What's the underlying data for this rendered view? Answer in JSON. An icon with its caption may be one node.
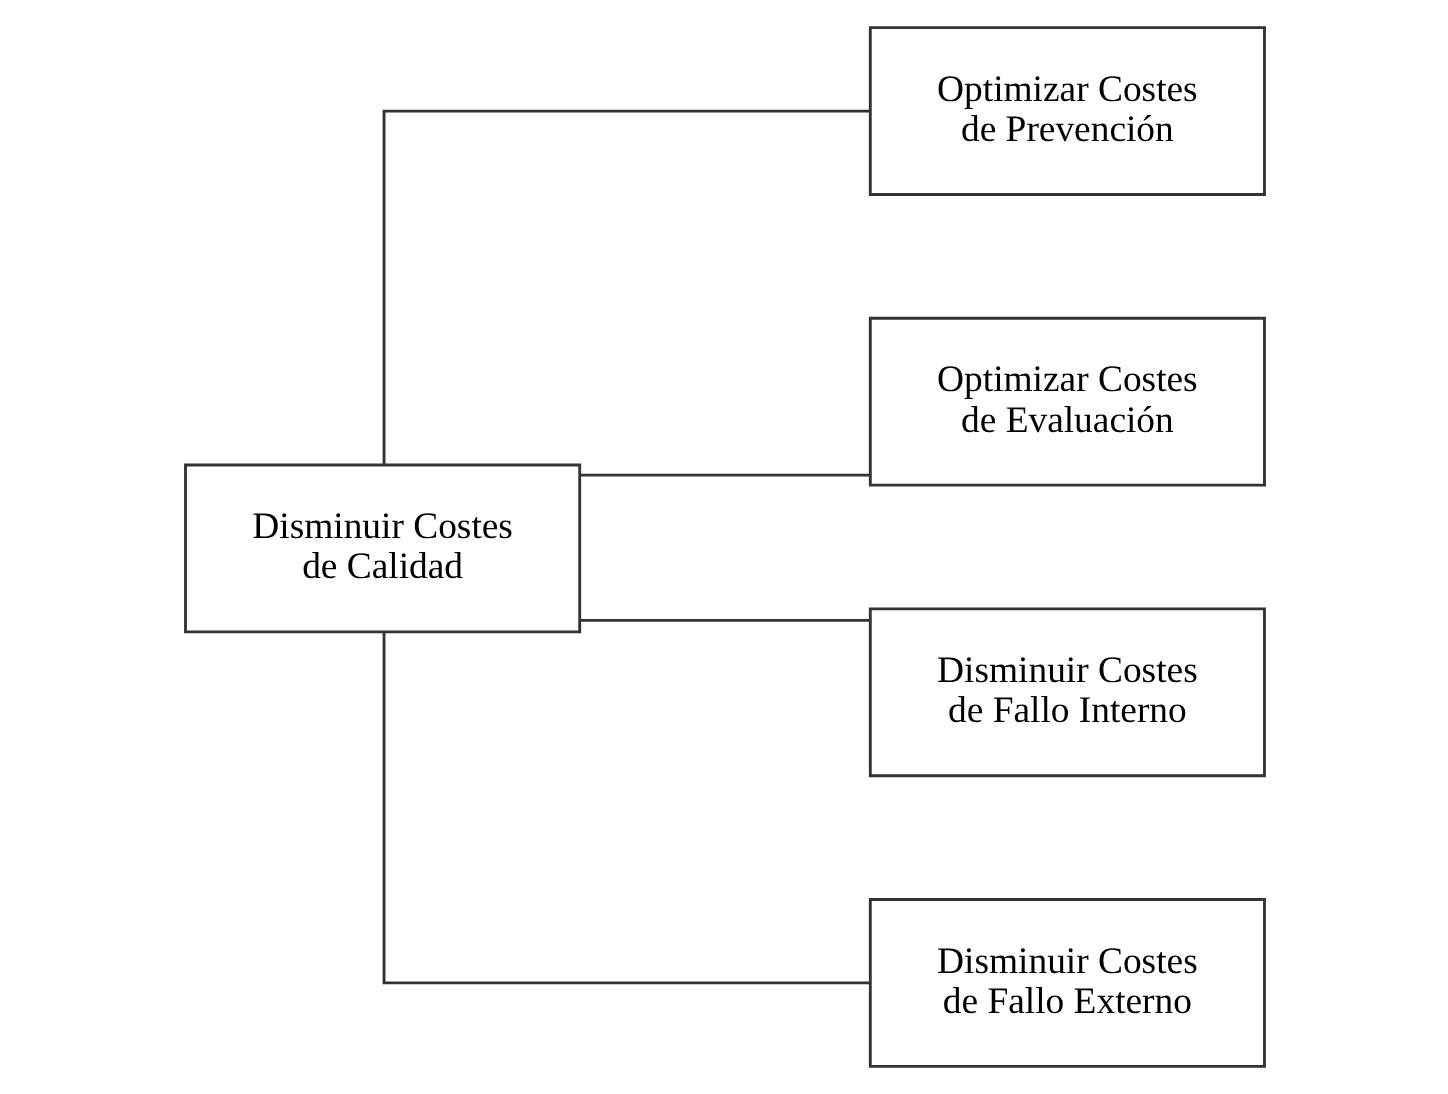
{
  "diagram": {
    "nodes": [
      {
        "text": [
          "Disminuir Costes de Calidad"
        ]
      },
      {
        "text": [
          "Optimizar Costes de Prevención"
        ]
      },
      {
        "text": [
          "Optimizar Costes de Evaluación"
        ]
      },
      {
        "text": [
          "Disminuir Costes de Fallo Interno"
        ]
      },
      {
        "text": [
          "Disminuir Costes de Fallo Externo"
        ]
      }
    ],
    "edges": [
      {
        "from": 0,
        "to": 1,
        "arrow": "none"
      },
      {
        "from": 0,
        "to": 2,
        "arrow": "none"
      },
      {
        "from": 0,
        "to": 3,
        "arrow": "none"
      },
      {
        "from": 0,
        "to": 4,
        "arrow": "none"
      }
    ]
  }
}
